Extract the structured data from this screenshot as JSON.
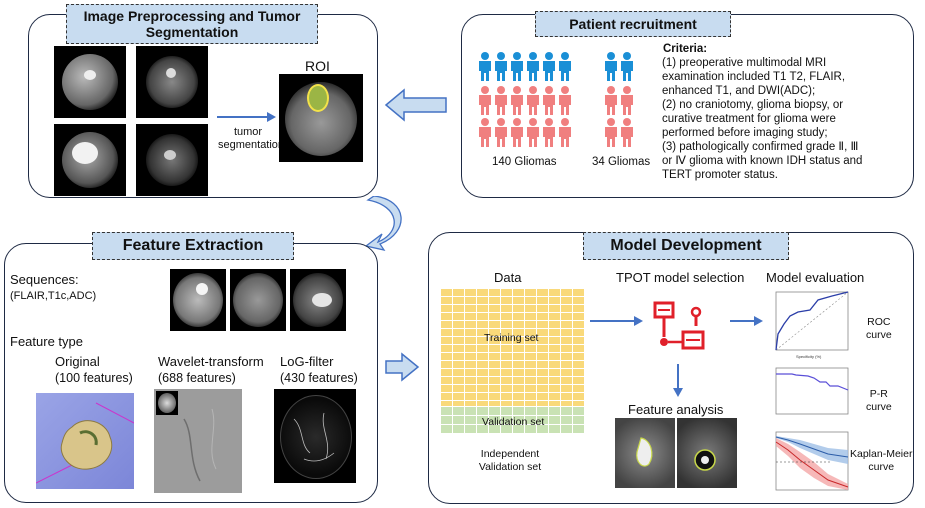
{
  "panels": {
    "preprocessing": {
      "title": "Image Preprocessing and Tumor Segmentation",
      "roi_label": "ROI",
      "arrow_label": "tumor segmentation"
    },
    "recruitment": {
      "title": "Patient recruitment",
      "group1_label": "140 Gliomas",
      "group2_label": "34 Gliomas",
      "criteria_title": "Criteria:",
      "criteria_lines": [
        "(1) preoperative multimodal MRI",
        "examination included T1 T2, FLAIR,",
        "enhanced T1, and DWI(ADC);",
        "(2) no craniotomy, glioma biopsy, or",
        "curative treatment for glioma were",
        "performed before imaging study;",
        "(3) pathologically confirmed grade Ⅱ, Ⅲ",
        "or Ⅳ glioma with known IDH status and",
        "TERT promoter status."
      ]
    },
    "feature_extraction": {
      "title": "Feature Extraction",
      "sequences_label": "Sequences:",
      "sequences_list": "(FLAIR,T1c,ADC)",
      "feature_type_label": "Feature type",
      "original_label": "Original",
      "original_count": "(100 features)",
      "wavelet_label": "Wavelet-transform",
      "wavelet_count": "(688 features)",
      "log_label": "LoG-filter",
      "log_count": "(430 features)"
    },
    "model_development": {
      "title": "Model Development",
      "data_label": "Data",
      "training_label": "Training set",
      "validation_label": "Validation set",
      "independent_label_1": "Independent",
      "independent_label_2": "Validation set",
      "tpot_label": "TPOT model selection",
      "feature_analysis_label": "Feature analysis",
      "evaluation_label": "Model evaluation",
      "roc_label_1": "ROC",
      "roc_label_2": "curve",
      "pr_label_1": "P-R",
      "pr_label_2": "curve",
      "km_label_1": "Kaplan-Meier",
      "km_label_2": "curve"
    }
  },
  "colors": {
    "title_fill": "#c8dcf0",
    "arrow": "#4472c4",
    "person_blue": "#1a8fd6",
    "person_pink": "#f07f7f",
    "training_fill": "#f9d97a",
    "validation_fill": "#c9e2b4",
    "tpot_red": "#e0202a"
  }
}
